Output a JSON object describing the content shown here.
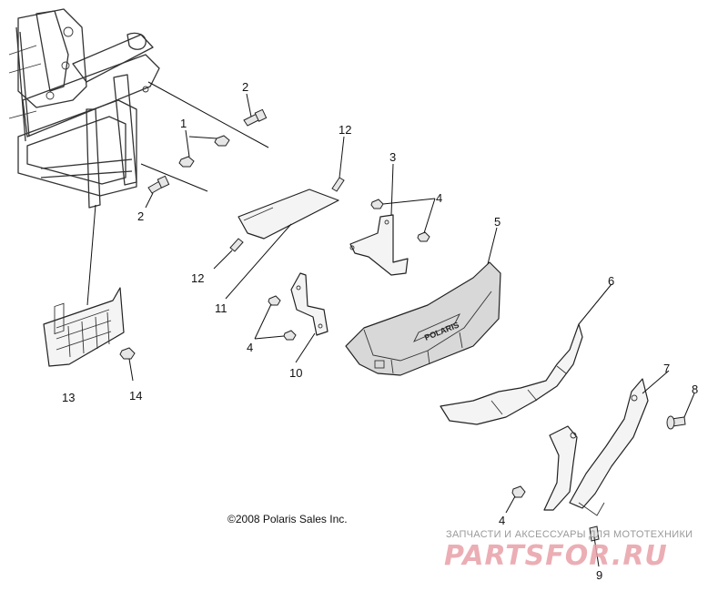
{
  "callouts": {
    "c1": "1",
    "c2a": "2",
    "c2b": "2",
    "c3": "3",
    "c4a": "4",
    "c4b": "4",
    "c4c": "4",
    "c5": "5",
    "c6": "6",
    "c7": "7",
    "c8": "8",
    "c9": "9",
    "c10": "10",
    "c11": "11",
    "c12a": "12",
    "c12b": "12",
    "c13": "13",
    "c14": "14"
  },
  "copyright": "©2008 Polaris Sales Inc.",
  "watermark": {
    "tagline": "ЗАПЧАСТИ И АКСЕССУАРЫ ДЛЯ МОТОТЕХНИКИ",
    "logo": "PARTSFOR.RU"
  },
  "bumper_badge": "POLARIS",
  "colors": {
    "line": "#222222",
    "watermark": "#e8a0a8"
  }
}
